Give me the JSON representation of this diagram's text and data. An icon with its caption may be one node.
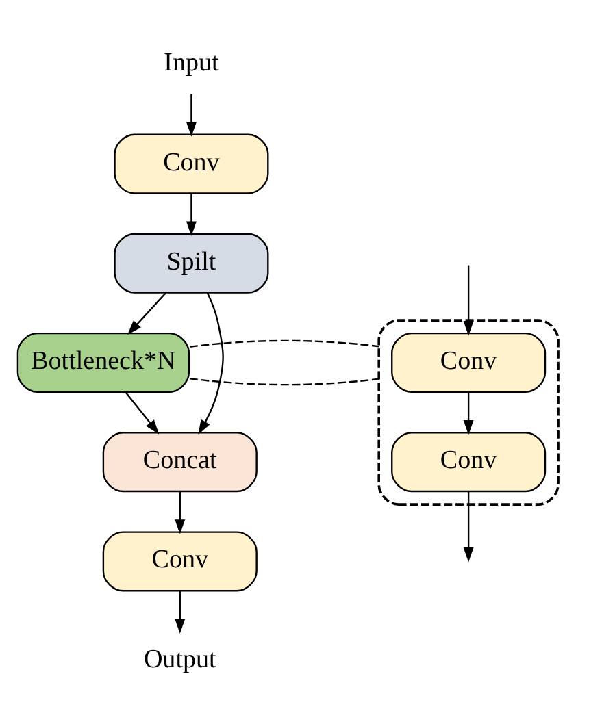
{
  "diagram": {
    "nodes": [
      {
        "text": [
          "Input"
        ]
      },
      {
        "text": [
          "Conv"
        ]
      },
      {
        "text": [
          "Spilt"
        ]
      },
      {
        "text": [
          "Bottleneck*N"
        ]
      },
      {
        "text": [
          "Concat"
        ]
      },
      {
        "text": [
          "Conv"
        ]
      },
      {
        "text": [
          "Output"
        ]
      },
      {
        "text": [],
        "shape": "box"
      },
      {
        "text": [
          "Conv"
        ],
        "in": 7
      },
      {
        "text": [
          "Conv"
        ],
        "in": 7
      }
    ],
    "edges": [
      {
        "from": 0,
        "to": 1,
        "arrow": "to"
      },
      {
        "from": 1,
        "to": 2,
        "arrow": "to"
      },
      {
        "from": 2,
        "to": 3,
        "arrow": "to"
      },
      {
        "from": 3,
        "to": 4,
        "arrow": "to"
      },
      {
        "from": 2,
        "to": 4,
        "arrow": "to"
      },
      {
        "from": 4,
        "to": 5,
        "arrow": "to"
      },
      {
        "from": 5,
        "to": 6,
        "arrow": "to"
      },
      {
        "from": 3,
        "to": 7,
        "arrow": "none",
        "style": "dashed"
      },
      {
        "from": 3,
        "to": 7,
        "arrow": "none",
        "style": "dashed"
      },
      {
        "from": null,
        "to": 8,
        "arrow": "to"
      },
      {
        "from": 8,
        "to": 9,
        "arrow": "to"
      },
      {
        "from": 9,
        "to": null,
        "arrow": "to"
      }
    ]
  }
}
